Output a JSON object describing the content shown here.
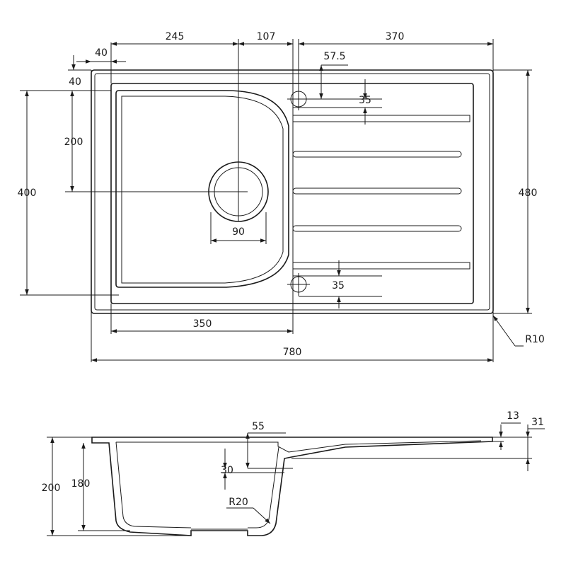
{
  "top_view": {
    "dims": {
      "d245": "245",
      "d107": "107",
      "d370": "370",
      "d40_h": "40",
      "d40_v": "40",
      "d57_5": "57.5",
      "d35_top": "35",
      "d200": "200",
      "d400": "400",
      "d480": "480",
      "d90": "90",
      "d35_bottom": "35",
      "d350": "350",
      "d780": "780",
      "r10": "R10"
    }
  },
  "side_view": {
    "dims": {
      "d55": "55",
      "d13": "13",
      "d31": "31",
      "d30": "30",
      "d200": "200",
      "d180": "180",
      "r20": "R20"
    }
  }
}
